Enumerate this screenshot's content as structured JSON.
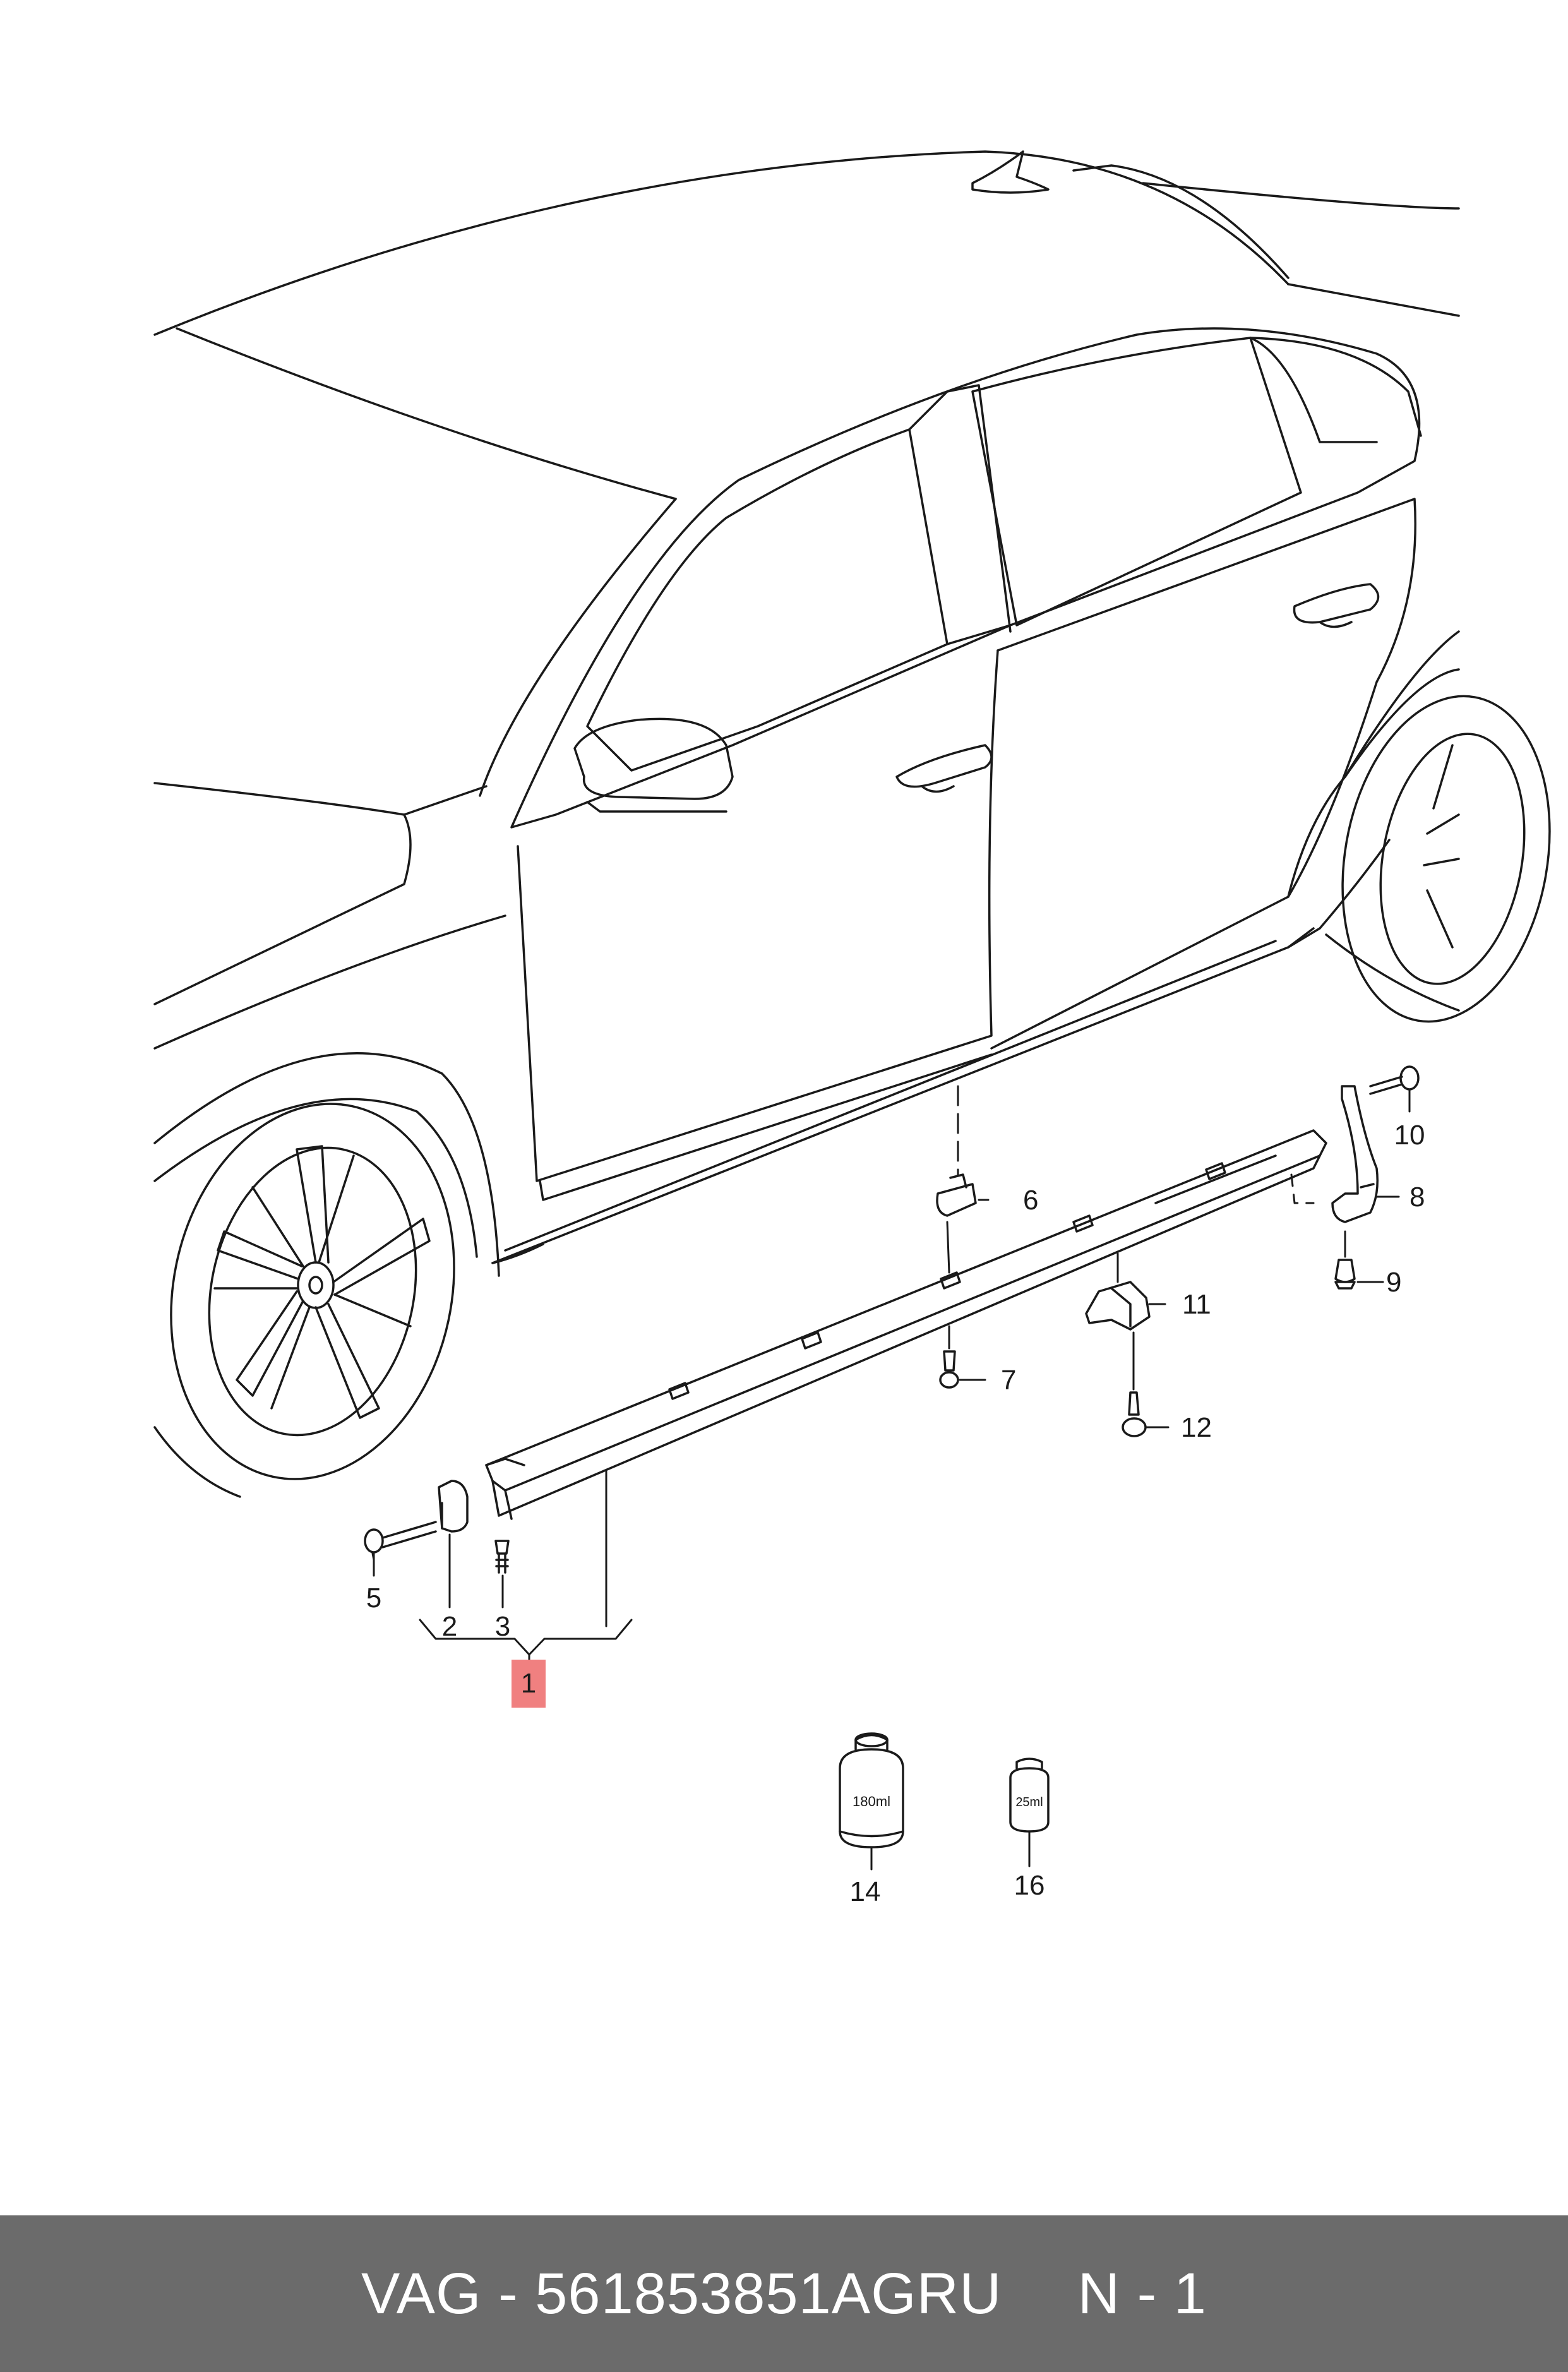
{
  "callouts": [
    {
      "id": "c1",
      "text": "1"
    },
    {
      "id": "c2",
      "text": "2"
    },
    {
      "id": "c3",
      "text": "3"
    },
    {
      "id": "c5",
      "text": "5"
    },
    {
      "id": "c6",
      "text": "6"
    },
    {
      "id": "c7",
      "text": "7"
    },
    {
      "id": "c8",
      "text": "8"
    },
    {
      "id": "c9",
      "text": "9"
    },
    {
      "id": "c10",
      "text": "10"
    },
    {
      "id": "c11",
      "text": "11"
    },
    {
      "id": "c12",
      "text": "12"
    },
    {
      "id": "c14",
      "text": "14"
    },
    {
      "id": "c16",
      "text": "16"
    }
  ],
  "bottles": {
    "large_label": "180ml",
    "small_label": "25ml"
  },
  "highlight_color": "#f08080",
  "footer": {
    "part_number": "VAG - 561853851AGRU",
    "page": "N - 1"
  }
}
